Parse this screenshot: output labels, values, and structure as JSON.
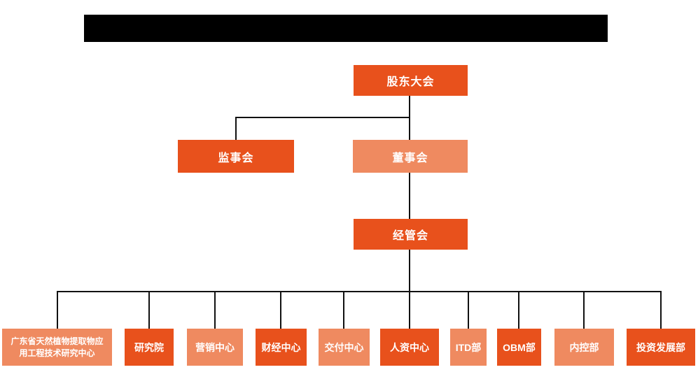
{
  "title_bar": {
    "redacted": true,
    "note": "solid black bar covering the chart title",
    "color": "#000000"
  },
  "colors": {
    "primary_orange": "#E8511C",
    "secondary_salmon": "#EF8A60",
    "connector_line": "#111111",
    "node_text": "#FFFFFF",
    "background": "#FFFFFF"
  },
  "org_chart": {
    "level1": {
      "label": "股东大会"
    },
    "level2": [
      {
        "label": "监事会"
      },
      {
        "label": "董事会"
      }
    ],
    "level3": {
      "label": "经管会"
    },
    "level4": [
      {
        "label": "广东省天然植物提取物应用工程技术研究中心"
      },
      {
        "label": "研究院"
      },
      {
        "label": "营销中心"
      },
      {
        "label": "财经中心"
      },
      {
        "label": "交付中心"
      },
      {
        "label": "人资中心"
      },
      {
        "label": "ITD部"
      },
      {
        "label": "OBM部"
      },
      {
        "label": "内控部"
      },
      {
        "label": "投资发展部"
      }
    ]
  }
}
